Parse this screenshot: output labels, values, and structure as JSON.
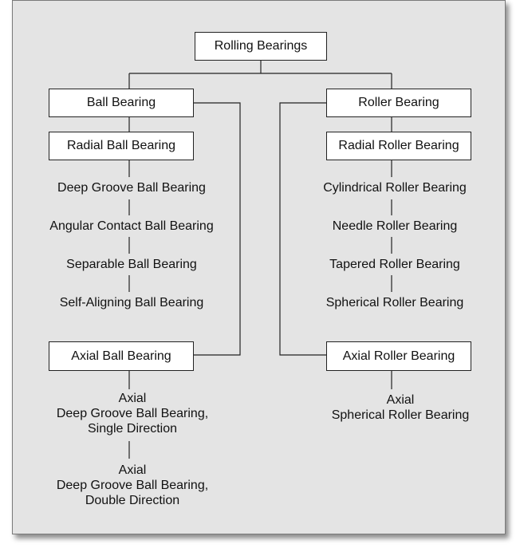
{
  "root": "Rolling Bearings",
  "left": {
    "main": "Ball Bearing",
    "radial": "Radial Ball Bearing",
    "radial_types": [
      "Deep Groove Ball Bearing",
      "Angular Contact Ball Bearing",
      "Separable Ball Bearing",
      "Self-Aligning Ball Bearing"
    ],
    "axial": "Axial Ball Bearing",
    "axial_types": [
      [
        "Axial",
        "Deep Groove Ball Bearing,",
        "Single Direction"
      ],
      [
        "Axial",
        "Deep Groove Ball Bearing,",
        "Double Direction"
      ]
    ]
  },
  "right": {
    "main": "Roller Bearing",
    "radial": "Radial Roller Bearing",
    "radial_types": [
      "Cylindrical Roller Bearing",
      "Needle Roller Bearing",
      "Tapered Roller Bearing",
      "Spherical Roller Bearing"
    ],
    "axial": "Axial Roller Bearing",
    "axial_types": [
      [
        "Axial",
        "Spherical Roller Bearing"
      ]
    ]
  },
  "colors": {
    "panel": "#e4e4e4",
    "box_fill": "#ffffff",
    "line": "#222222"
  }
}
